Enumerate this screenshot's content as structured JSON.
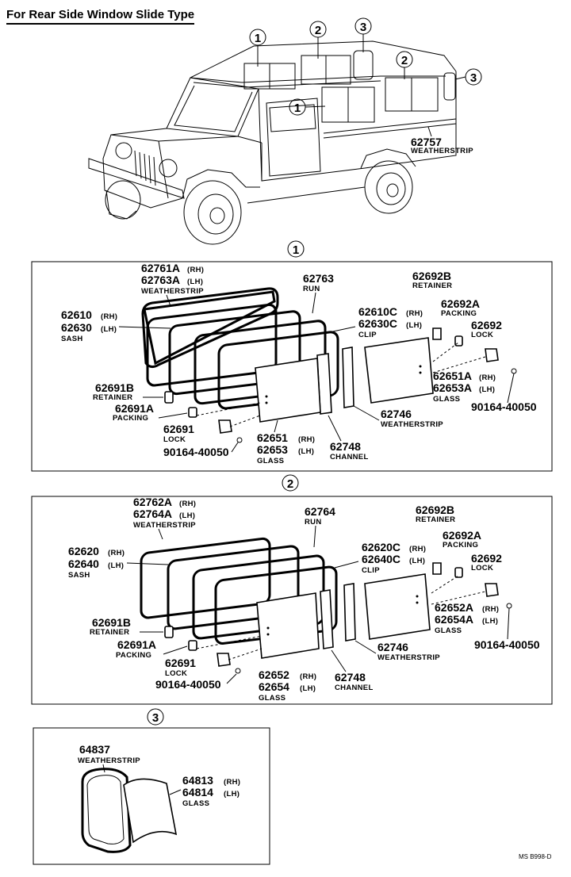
{
  "title": "For Rear Side Window Slide Type",
  "footer": "MS B998-D",
  "vehicle": {
    "callouts": [
      "1",
      "2",
      "3",
      "2",
      "3",
      "1"
    ],
    "weatherstrip": {
      "part": "62757",
      "name": "WEATHERSTRIP"
    }
  },
  "group1": {
    "number": "1",
    "weatherstrip": {
      "part1": "62761A",
      "sub1": "(RH)",
      "part2": "62763A",
      "sub2": "(LH)",
      "name": "WEATHERSTRIP"
    },
    "run": {
      "part": "62763",
      "name": "RUN"
    },
    "retainer_top": {
      "part": "62692B",
      "name": "RETAINER"
    },
    "sash": {
      "part1": "62610",
      "sub1": "(RH)",
      "part2": "62630",
      "sub2": "(LH)",
      "name": "SASH"
    },
    "clip": {
      "part1": "62610C",
      "sub1": "(RH)",
      "part2": "62630C",
      "sub2": "(LH)",
      "name": "CLIP"
    },
    "packing_right": {
      "part": "62692A",
      "name": "PACKING"
    },
    "lock_right": {
      "part": "62692",
      "name": "LOCK"
    },
    "glass_right": {
      "part1": "62651A",
      "sub1": "(RH)",
      "part2": "62653A",
      "sub2": "(LH)",
      "name": "GLASS"
    },
    "retainer_left": {
      "part": "62691B",
      "name": "RETAINER"
    },
    "packing_left": {
      "part": "62691A",
      "name": "PACKING"
    },
    "weatherstrip2": {
      "part": "62746",
      "name": "WEATHERSTRIP"
    },
    "screw_right": "90164-40050",
    "lock_left": {
      "part": "62691",
      "name": "LOCK"
    },
    "screw_left": "90164-40050",
    "glass_left": {
      "part1": "62651",
      "sub1": "(RH)",
      "part2": "62653",
      "sub2": "(LH)",
      "name": "GLASS"
    },
    "channel": {
      "part": "62748",
      "name": "CHANNEL"
    }
  },
  "group2": {
    "number": "2",
    "weatherstrip": {
      "part1": "62762A",
      "sub1": "(RH)",
      "part2": "62764A",
      "sub2": "(LH)",
      "name": "WEATHERSTRIP"
    },
    "run": {
      "part": "62764",
      "name": "RUN"
    },
    "retainer_top": {
      "part": "62692B",
      "name": "RETAINER"
    },
    "sash": {
      "part1": "62620",
      "sub1": "(RH)",
      "part2": "62640",
      "sub2": "(LH)",
      "name": "SASH"
    },
    "clip": {
      "part1": "62620C",
      "sub1": "(RH)",
      "part2": "62640C",
      "sub2": "(LH)",
      "name": "CLIP"
    },
    "packing_right": {
      "part": "62692A",
      "name": "PACKING"
    },
    "lock_right": {
      "part": "62692",
      "name": "LOCK"
    },
    "glass_right": {
      "part1": "62652A",
      "sub1": "(RH)",
      "part2": "62654A",
      "sub2": "(LH)",
      "name": "GLASS"
    },
    "retainer_left": {
      "part": "62691B",
      "name": "RETAINER"
    },
    "packing_left": {
      "part": "62691A",
      "name": "PACKING"
    },
    "weatherstrip2": {
      "part": "62746",
      "name": "WEATHERSTRIP"
    },
    "screw_right": "90164-40050",
    "lock_left": {
      "part": "62691",
      "name": "LOCK"
    },
    "screw_left": "90164-40050",
    "glass_left": {
      "part1": "62652",
      "sub1": "(RH)",
      "part2": "62654",
      "sub2": "(LH)",
      "name": "GLASS"
    },
    "channel": {
      "part": "62748",
      "name": "CHANNEL"
    }
  },
  "group3": {
    "number": "3",
    "weatherstrip": {
      "part": "64837",
      "name": "WEATHERSTRIP"
    },
    "glass": {
      "part1": "64813",
      "sub1": "(RH)",
      "part2": "64814",
      "sub2": "(LH)",
      "name": "GLASS"
    }
  }
}
